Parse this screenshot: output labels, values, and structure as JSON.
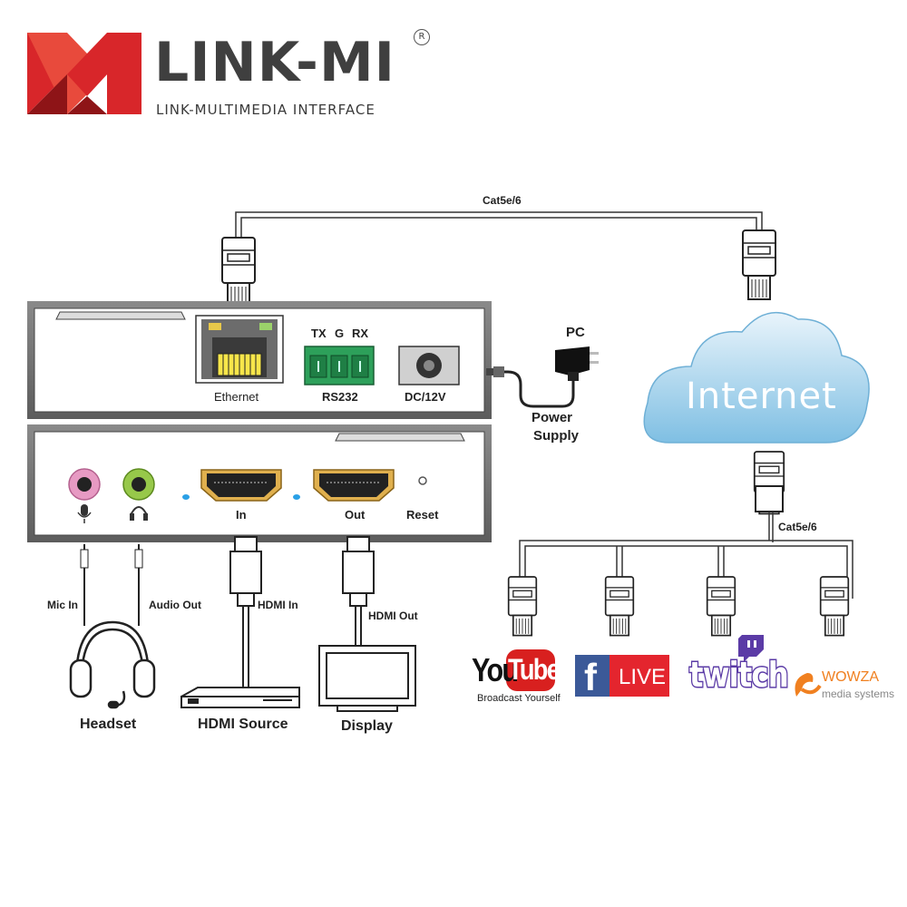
{
  "brand": {
    "name": "LINK-MI",
    "registered": "R",
    "tagline": "LINK-MULTIMEDIA INTERFACE",
    "colors": {
      "red": "#d8262a",
      "dark_red": "#8e1417",
      "gray": "#3f3f3f"
    }
  },
  "network": {
    "cable_top": "Cat5e/6",
    "cable_bottom": "Cat5e/6",
    "cloud_label": "Internet"
  },
  "device_top": {
    "ethernet": "Ethernet",
    "rs232_pins": [
      "TX",
      "G",
      "RX"
    ],
    "rs232": "RS232",
    "dc": "DC/12V"
  },
  "device_bottom": {
    "hdmi_in": "In",
    "hdmi_out": "Out",
    "reset": "Reset"
  },
  "power": {
    "pc": "PC",
    "line1": "Power",
    "line2": "Supply"
  },
  "connections": {
    "mic_in": "Mic In",
    "audio_out": "Audio Out",
    "hdmi_in": "HDMI In",
    "hdmi_out": "HDMI Out"
  },
  "peripherals": {
    "headset": "Headset",
    "hdmi_source": "HDMI Source",
    "display": "Display"
  },
  "platforms": {
    "youtube_you": "You",
    "youtube_tube": "Tube",
    "youtube_tagline": "Broadcast Yourself",
    "facebook_f": "f",
    "facebook_live": "LIVE",
    "twitch": "twitch",
    "wowza": "WOWZA",
    "wowza_sub": "media systems"
  },
  "icons": [
    "logo-mark",
    "rj45-connector-icon",
    "cloud-icon",
    "power-adapter-icon",
    "microphone-icon",
    "headphones-icon",
    "headset-icon",
    "hdmi-source-icon",
    "display-icon",
    "twitch-glitch-icon",
    "wowza-swirl-icon"
  ]
}
